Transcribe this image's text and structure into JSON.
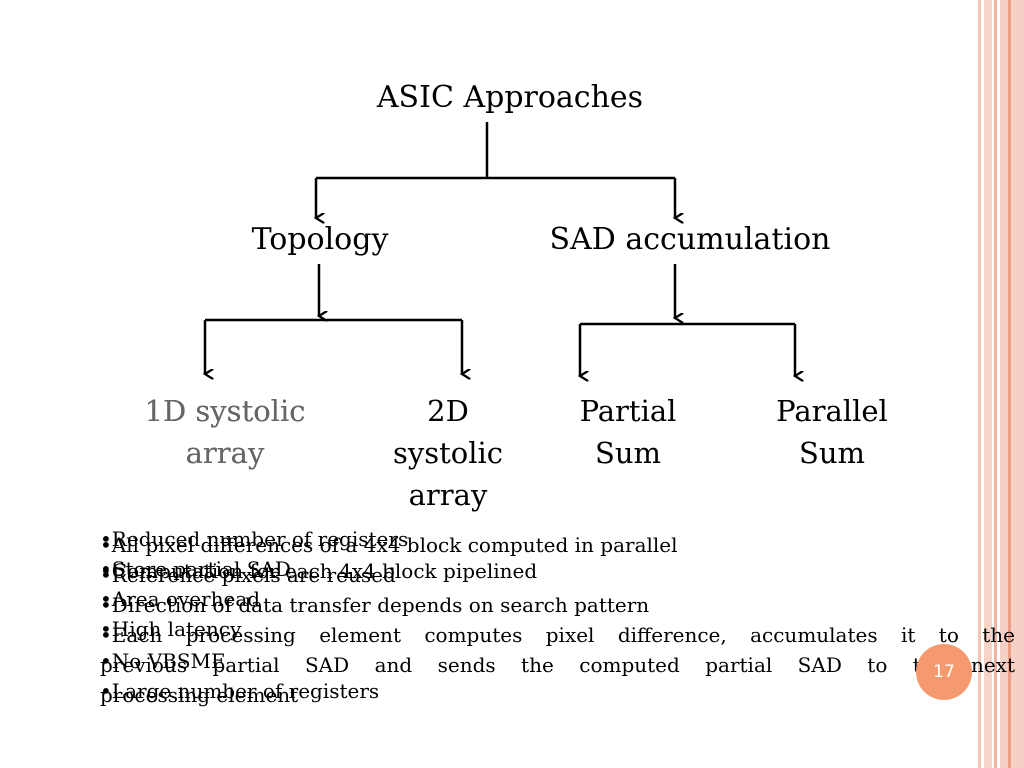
{
  "diagram": {
    "root": "ASIC Approaches",
    "branches": [
      "Topology",
      "SAD accumulation"
    ],
    "leaves": {
      "oned": [
        "1D systolic",
        "array"
      ],
      "twod": [
        "2D",
        "systolic",
        "array"
      ],
      "partial": [
        "Partial",
        "Sum"
      ],
      "parallel": [
        "Parallel",
        "Sum"
      ]
    }
  },
  "bullets_a": [
    "•Reduced number of registers",
    "•Store partial SAD",
    "•Area overhead",
    "•High latency",
    "•No VBSME",
    "•Large number of registers"
  ],
  "bullets_b": [
    "•All pixel differences of a 4x4 block computed in parallel",
    "•Reference pixels are reused",
    "•Direction of data transfer depends on search pattern",
    "•Each processing element computes pixel difference, accumulates it to the",
    "previous partial SAD and sends the computed partial SAD to the next",
    "processing element",
    "•Computation for each 4x4 block pipelined"
  ],
  "page_number": "17"
}
